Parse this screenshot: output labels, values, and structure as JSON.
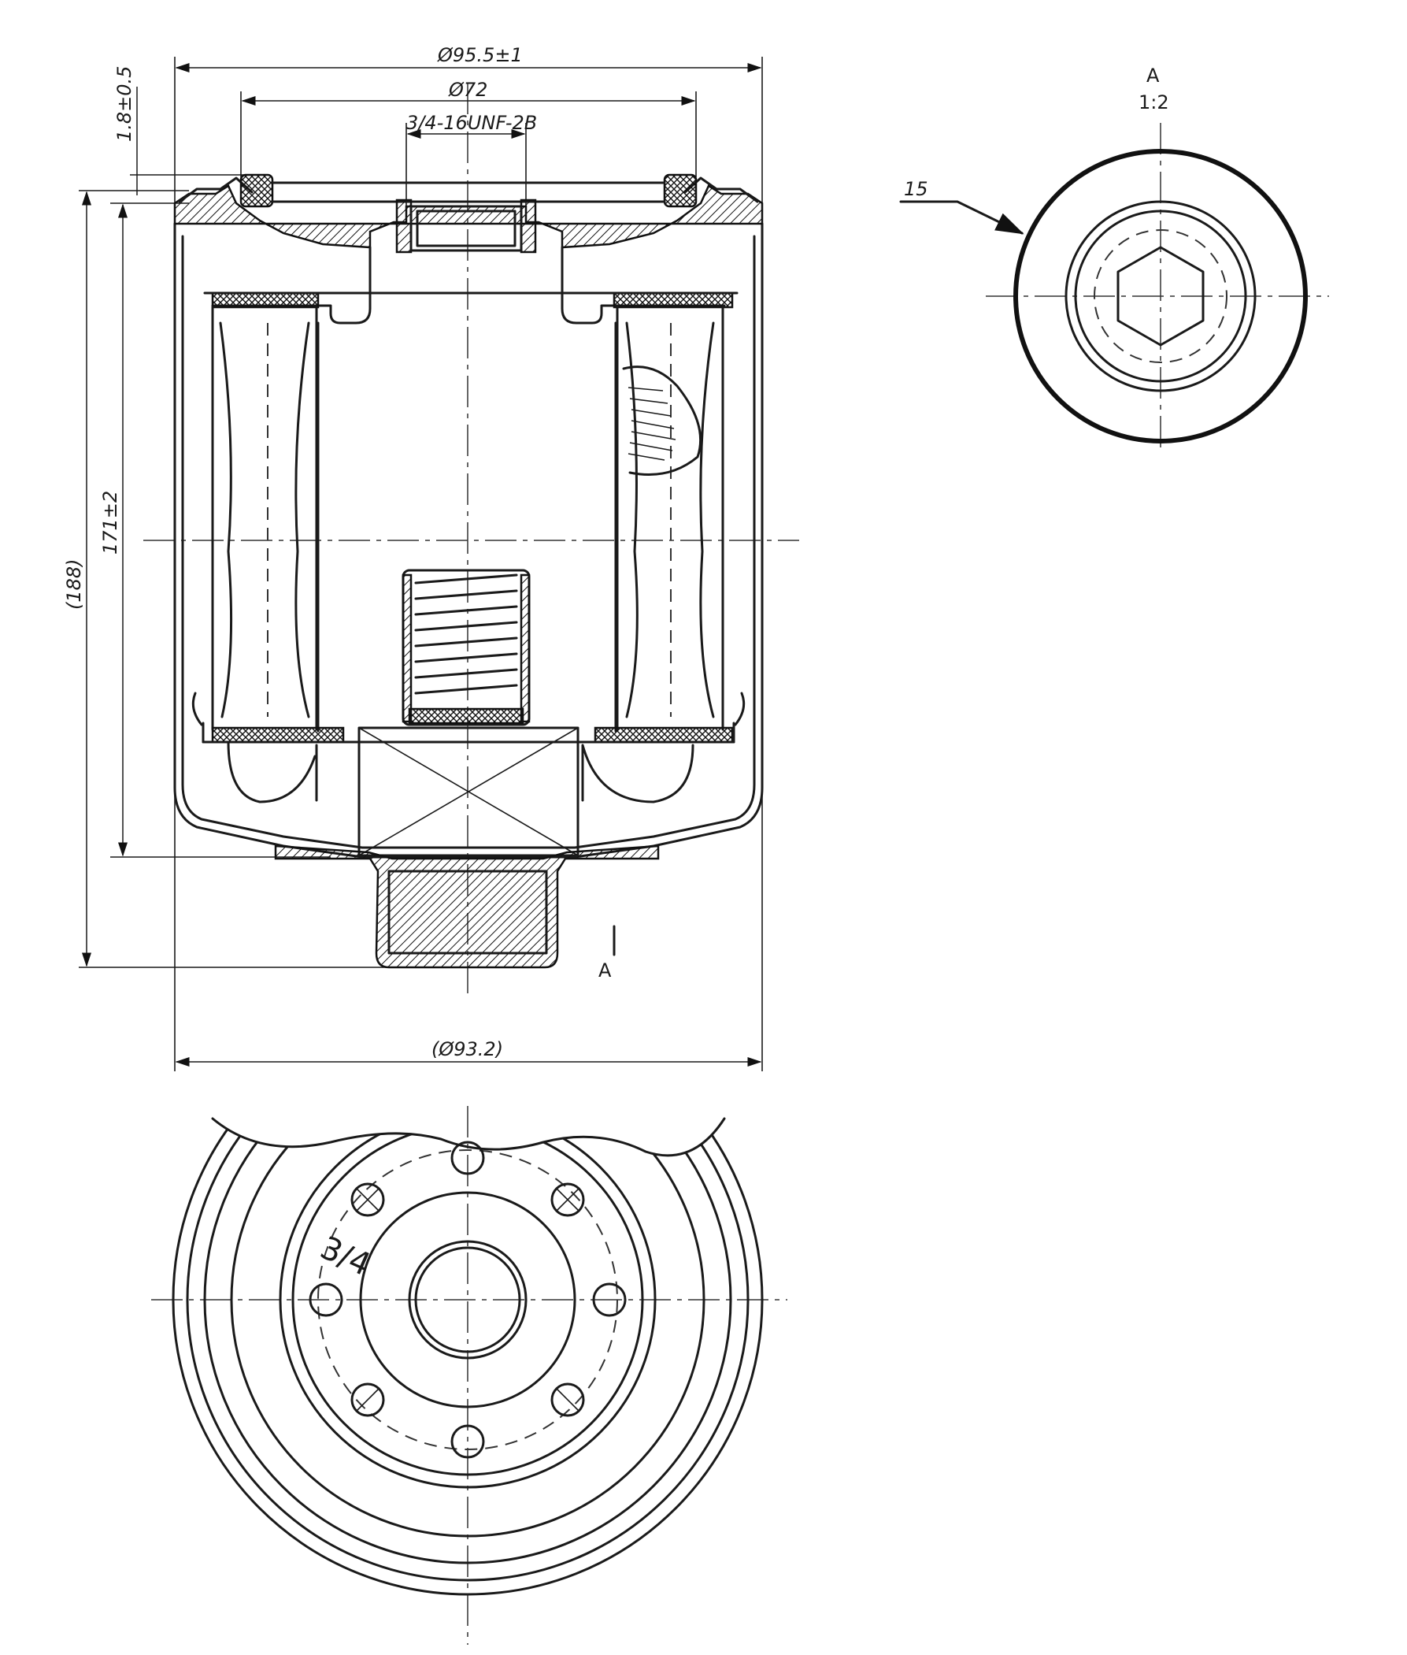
{
  "dimensions": {
    "outer_diameter": "Ø95.5±1",
    "gasket_diameter": "Ø72",
    "thread": "3/4-16UNF-2B",
    "gasket_height": "1.8±0.5",
    "overall_height": "(188)",
    "body_height": "171±2",
    "base_diameter": "(Ø93.2)"
  },
  "section": {
    "marker": "A",
    "view_title": "A",
    "view_scale": "1:2",
    "leader_label": "15"
  },
  "bottom_view": {
    "thread_label": "3/4"
  }
}
